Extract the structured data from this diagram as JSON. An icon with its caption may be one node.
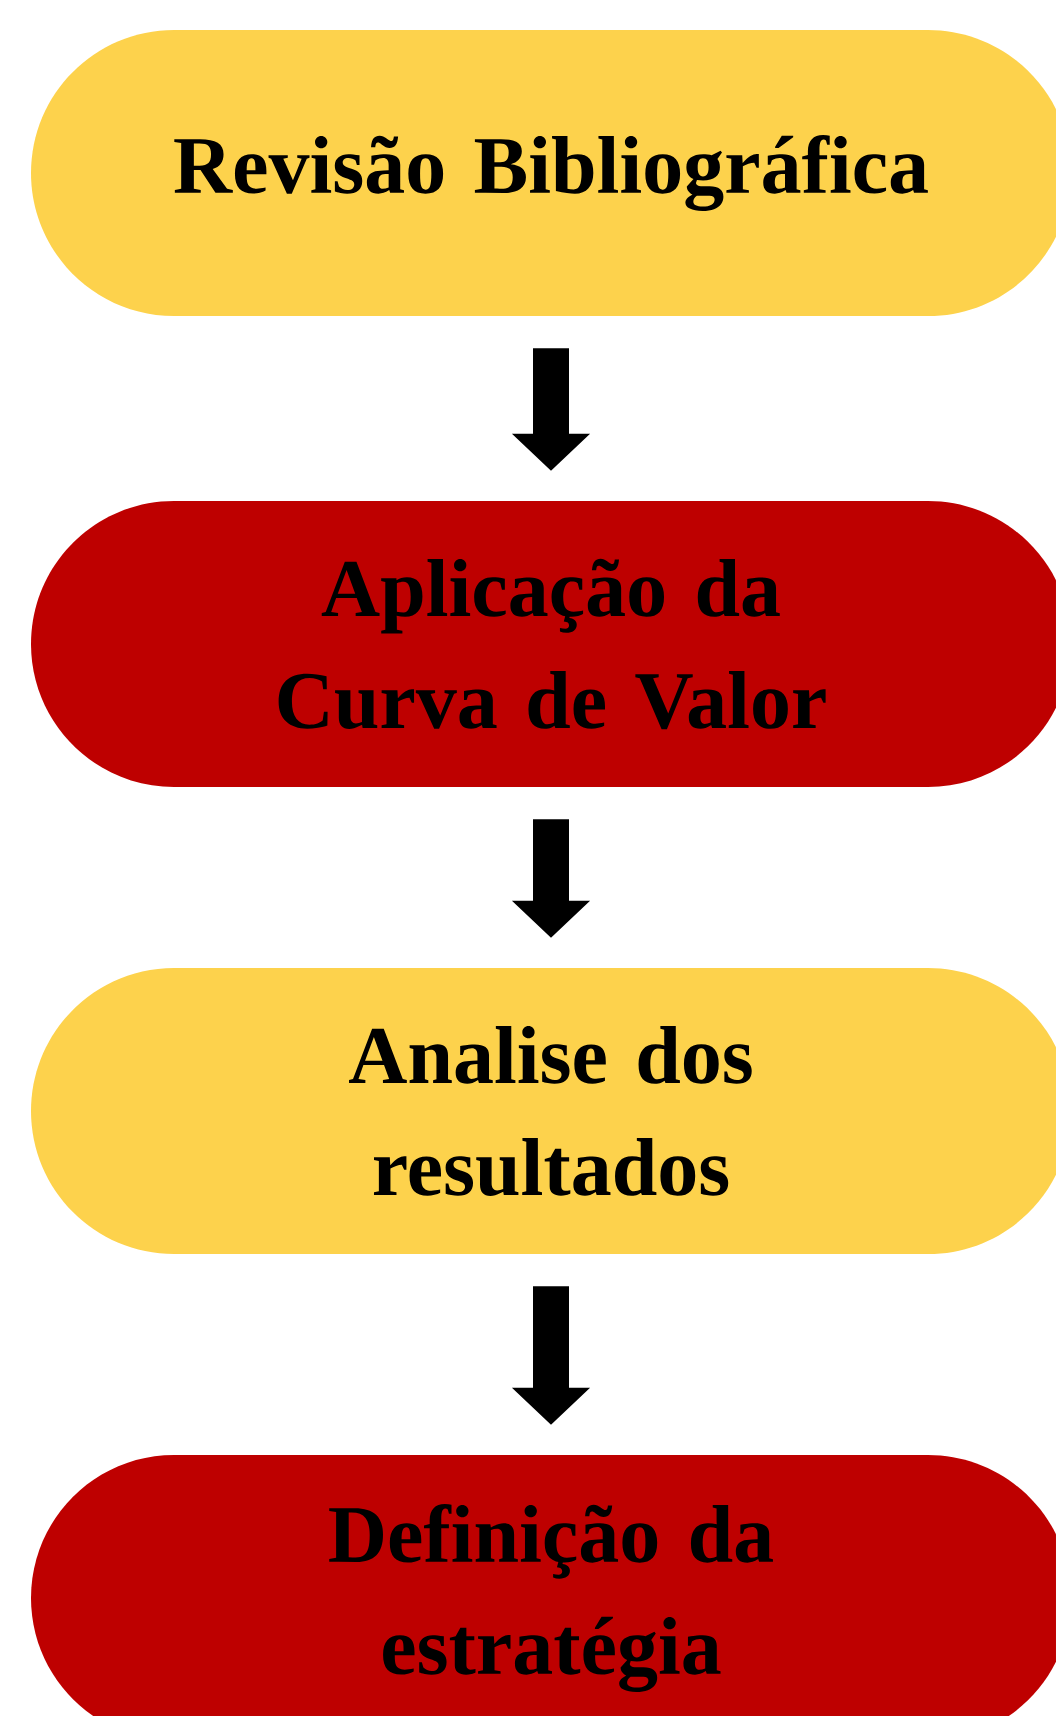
{
  "diagram": {
    "nodes": [
      {
        "text": [
          "Revisão Bibliográfica"
        ]
      },
      {
        "text": [
          "Aplicação da Curva de Valor"
        ]
      },
      {
        "text": [
          "Analise dos resultados"
        ]
      },
      {
        "text": [
          "Definição da estratégia"
        ]
      }
    ],
    "edges": [
      {
        "from": 0,
        "to": 1,
        "arrow": "to"
      },
      {
        "from": 1,
        "to": 2,
        "arrow": "to"
      },
      {
        "from": 2,
        "to": 3,
        "arrow": "to"
      }
    ]
  }
}
